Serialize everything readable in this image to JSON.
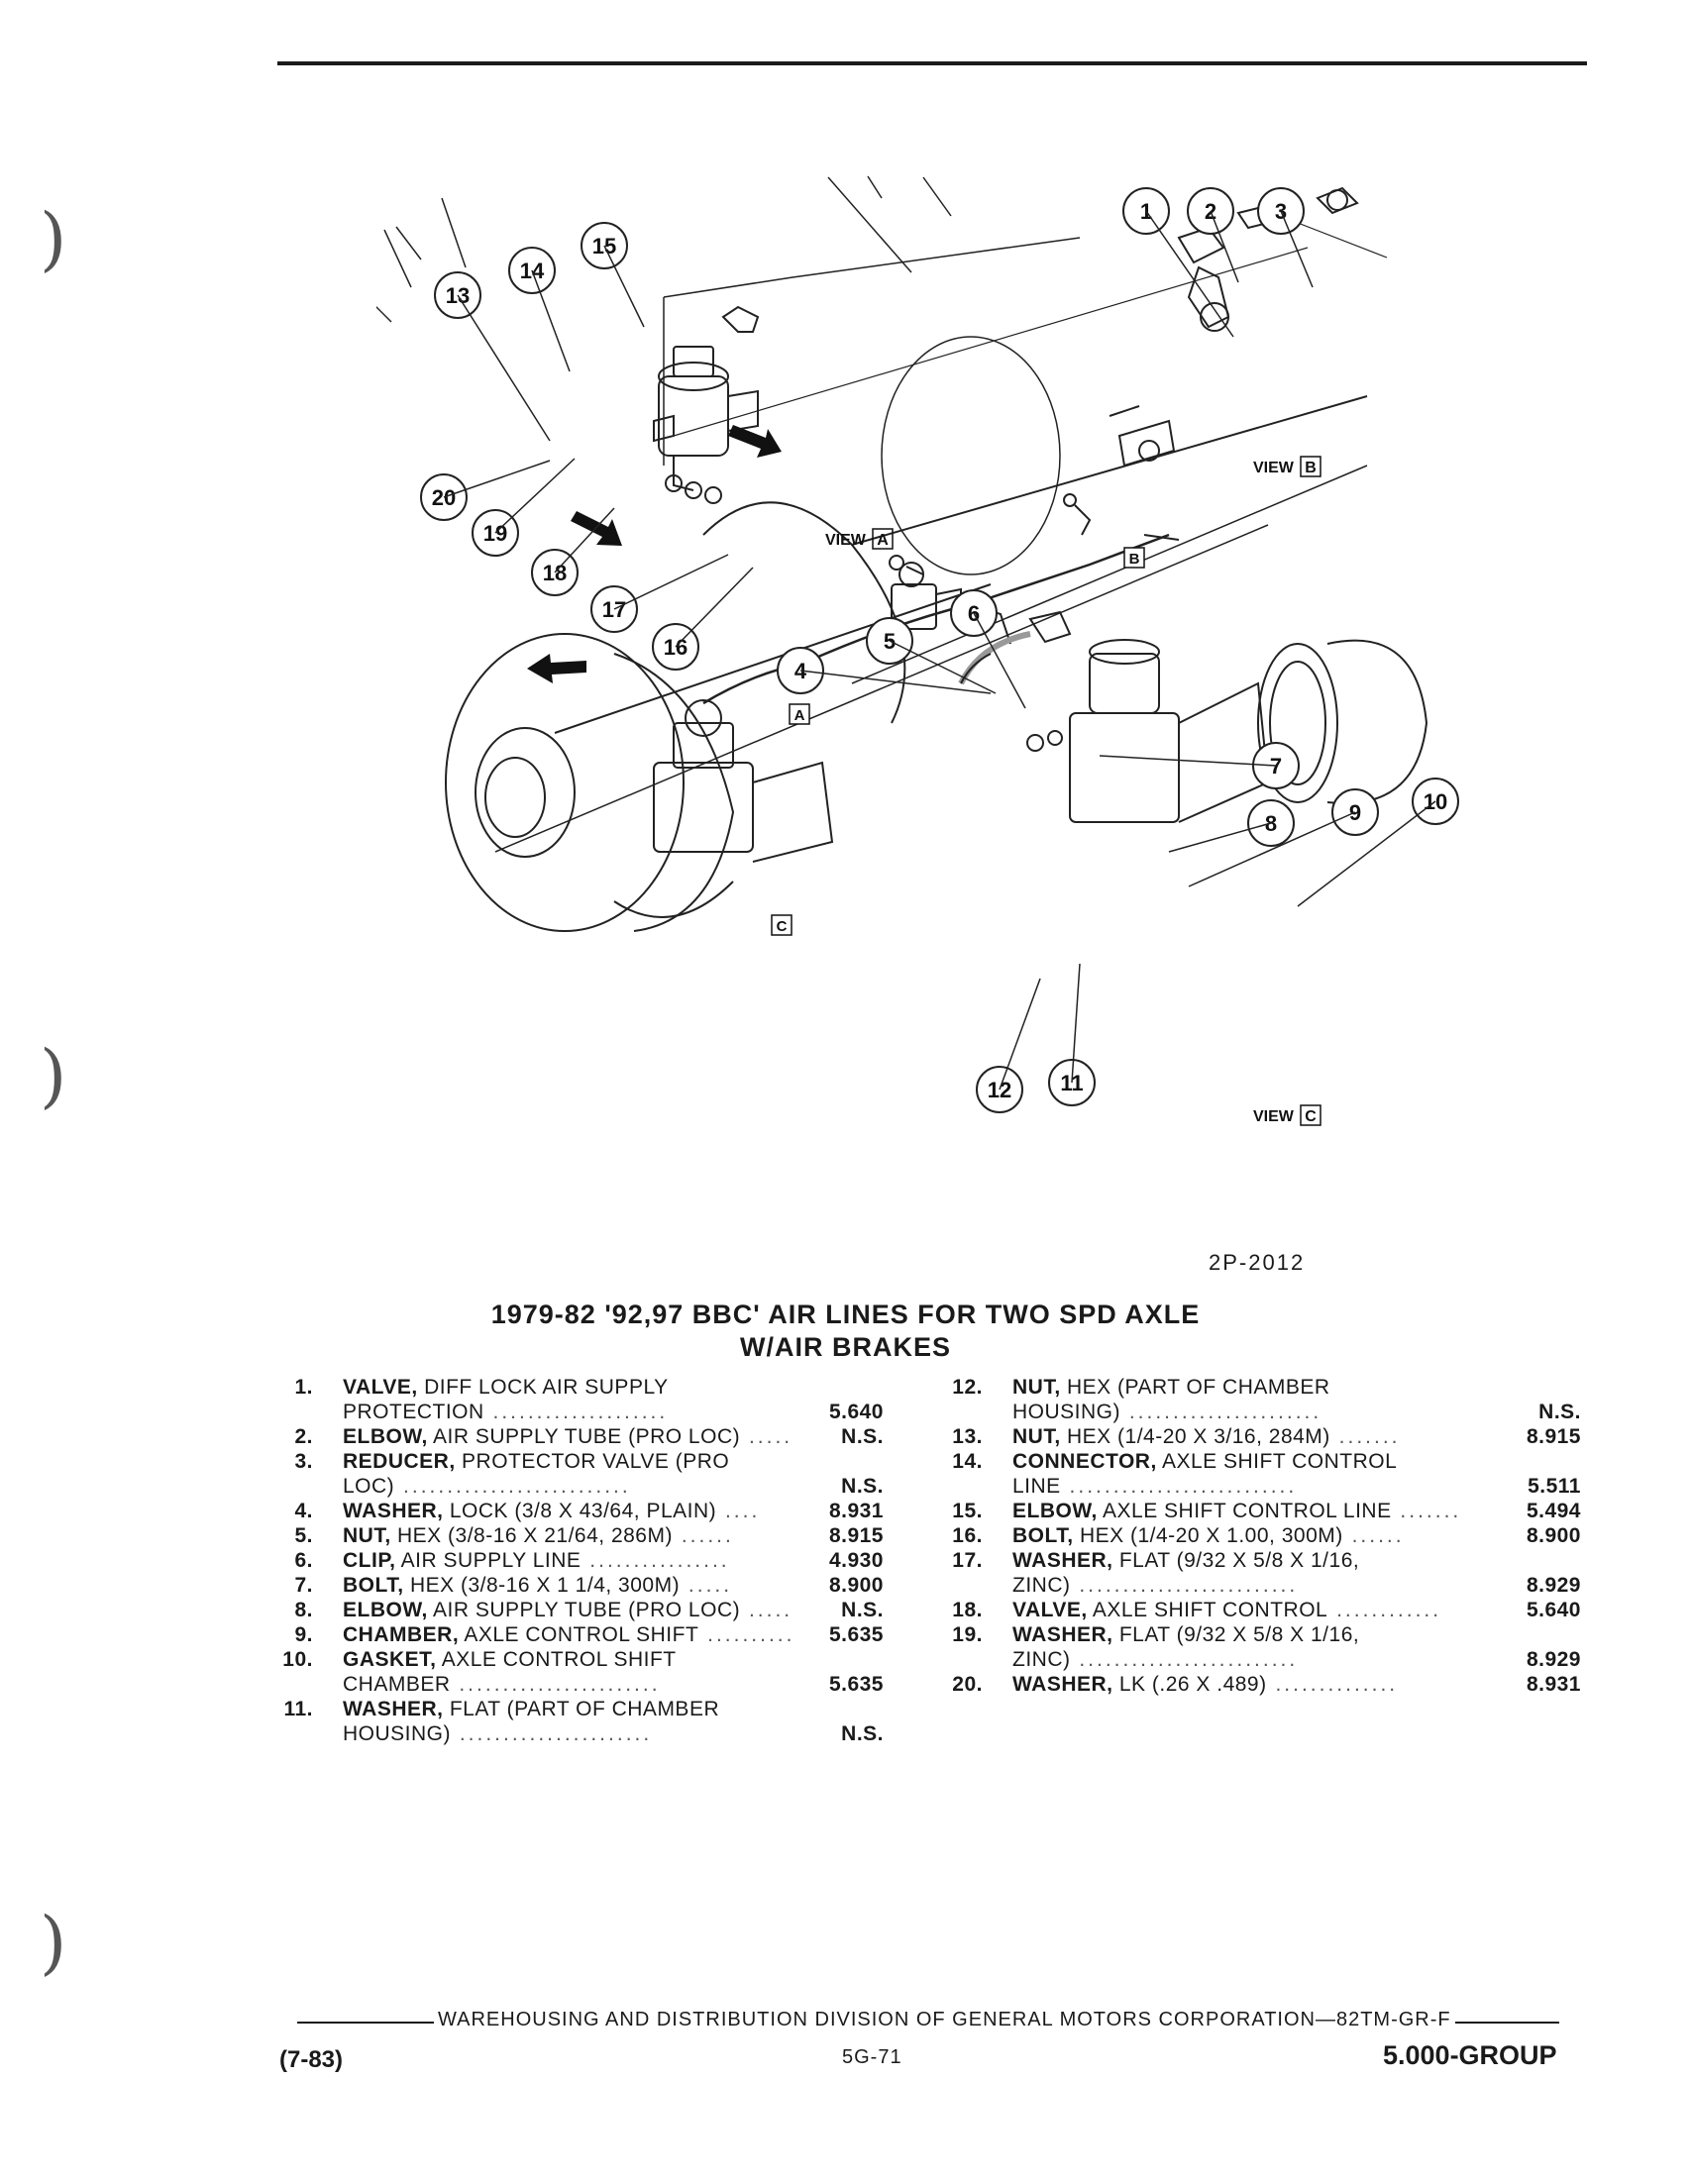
{
  "figure": {
    "code": "2P-2012",
    "callouts": [
      "1",
      "2",
      "3",
      "4",
      "5",
      "6",
      "7",
      "8",
      "9",
      "10",
      "11",
      "12",
      "13",
      "14",
      "15",
      "16",
      "17",
      "18",
      "19",
      "20"
    ],
    "views": {
      "a": {
        "text": "VIEW",
        "letter": "A"
      },
      "b": {
        "text": "VIEW",
        "letter": "B"
      },
      "c": {
        "text": "VIEW",
        "letter": "C"
      }
    },
    "arrows": {
      "a": "A",
      "b": "B",
      "c": "C"
    }
  },
  "title": {
    "line1": "1979-82 '92,97 BBC' AIR LINES FOR TWO SPD AXLE",
    "line2": "W/AIR BRAKES"
  },
  "parts_left": [
    {
      "num": "1.",
      "name": "VALVE,",
      "desc": "DIFF LOCK AIR SUPPLY",
      "cont": "PROTECTION",
      "ref": "5.640"
    },
    {
      "num": "2.",
      "name": "ELBOW,",
      "desc": "AIR SUPPLY TUBE (PRO LOC)",
      "cont": "",
      "ref": "N.S."
    },
    {
      "num": "3.",
      "name": "REDUCER,",
      "desc": "PROTECTOR VALVE (PRO",
      "cont": "LOC)",
      "ref": "N.S."
    },
    {
      "num": "4.",
      "name": "WASHER,",
      "desc": "LOCK (3/8 X 43/64, PLAIN)",
      "cont": "",
      "ref": "8.931"
    },
    {
      "num": "5.",
      "name": "NUT,",
      "desc": "HEX (3/8-16 X 21/64, 286M)",
      "cont": "",
      "ref": "8.915"
    },
    {
      "num": "6.",
      "name": "CLIP,",
      "desc": "AIR SUPPLY LINE",
      "cont": "",
      "ref": "4.930"
    },
    {
      "num": "7.",
      "name": "BOLT,",
      "desc": "HEX (3/8-16 X 1 1/4, 300M)",
      "cont": "",
      "ref": "8.900"
    },
    {
      "num": "8.",
      "name": "ELBOW,",
      "desc": "AIR SUPPLY TUBE (PRO LOC)",
      "cont": "",
      "ref": "N.S."
    },
    {
      "num": "9.",
      "name": "CHAMBER,",
      "desc": "AXLE CONTROL SHIFT",
      "cont": "",
      "ref": "5.635"
    },
    {
      "num": "10.",
      "name": "GASKET,",
      "desc": "AXLE CONTROL SHIFT",
      "cont": "CHAMBER",
      "ref": "5.635"
    },
    {
      "num": "11.",
      "name": "WASHER,",
      "desc": "FLAT (PART OF CHAMBER",
      "cont": "HOUSING)",
      "ref": "N.S."
    }
  ],
  "parts_right": [
    {
      "num": "12.",
      "name": "NUT,",
      "desc": "HEX (PART OF CHAMBER",
      "cont": "HOUSING)",
      "ref": "N.S."
    },
    {
      "num": "13.",
      "name": "NUT,",
      "desc": "HEX (1/4-20 X 3/16, 284M)",
      "cont": "",
      "ref": "8.915"
    },
    {
      "num": "14.",
      "name": "CONNECTOR,",
      "desc": "AXLE SHIFT CONTROL",
      "cont": "LINE",
      "ref": "5.511"
    },
    {
      "num": "15.",
      "name": "ELBOW,",
      "desc": "AXLE SHIFT CONTROL LINE",
      "cont": "",
      "ref": "5.494"
    },
    {
      "num": "16.",
      "name": "BOLT,",
      "desc": "HEX (1/4-20 X 1.00, 300M)",
      "cont": "",
      "ref": "8.900"
    },
    {
      "num": "17.",
      "name": "WASHER,",
      "desc": "FLAT (9/32 X 5/8 X 1/16,",
      "cont": "ZINC)",
      "ref": "8.929"
    },
    {
      "num": "18.",
      "name": "VALVE,",
      "desc": "AXLE SHIFT CONTROL",
      "cont": "",
      "ref": "5.640"
    },
    {
      "num": "19.",
      "name": "WASHER,",
      "desc": "FLAT (9/32 X 5/8 X 1/16,",
      "cont": "ZINC)",
      "ref": "8.929"
    },
    {
      "num": "20.",
      "name": "WASHER,",
      "desc": "LK (.26 X .489)",
      "cont": "",
      "ref": "8.931"
    }
  ],
  "footer": {
    "division": "WAREHOUSING AND DISTRIBUTION DIVISION OF GENERAL MOTORS CORPORATION—82TM-GR-F",
    "date": "(7-83)",
    "page": "5G-71",
    "group": "5.000-GROUP"
  }
}
